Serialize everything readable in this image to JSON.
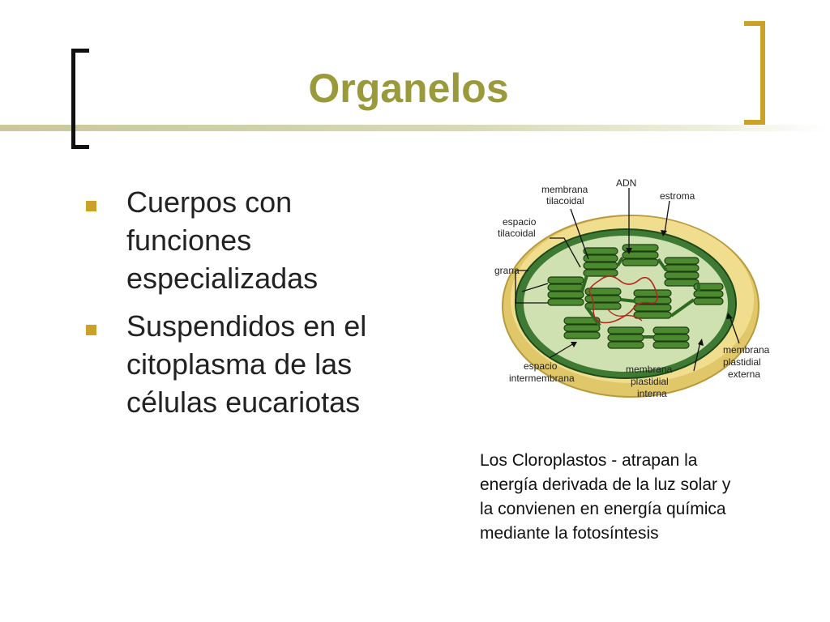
{
  "slide": {
    "title": "Organelos",
    "bullets": [
      {
        "lines": [
          "Cuerpos con",
          "funciones",
          "especializadas"
        ]
      },
      {
        "lines": [
          "Suspendidos en el",
          "citoplasma de las",
          "células eucariotas"
        ]
      }
    ],
    "figure": {
      "labels": {
        "membrana_tilacoidal": [
          "membrana",
          "tilacoidal"
        ],
        "adn": "ADN",
        "estroma": "estroma",
        "espacio_tilacoidal": [
          "espacio",
          "tilacoidal"
        ],
        "grana": "grana",
        "membrana_externa": [
          "membrana",
          "plastidial",
          "externa"
        ],
        "espacio_intermembrana": [
          "espacio",
          "intermembrana"
        ],
        "membrana_interna": [
          "membrana",
          "plastidial",
          "interna"
        ]
      }
    },
    "caption": {
      "lines": [
        "Los Cloroplastos -  atrapan la",
        "energía derivada de la luz solar y",
        "la convienen en energía química",
        "mediante la fotosíntesis"
      ]
    }
  },
  "colors": {
    "title": "#9a9a3a",
    "bullet": "#c9a227",
    "bracket_left": "#111111",
    "bracket_right": "#c9a227"
  }
}
